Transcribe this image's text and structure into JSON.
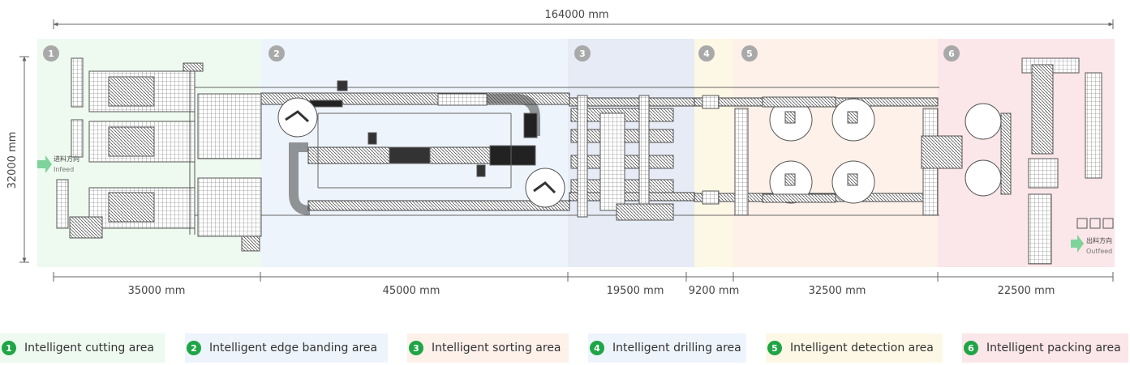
{
  "overall_length": "164000 mm",
  "overall_width": "32000 mm",
  "colors": {
    "cutting": "#eefaf0",
    "edge_banding": "#eef4fb",
    "sorting": "#e6ebf6",
    "drilling": "#fdf8e6",
    "detection": "#fdf1ea",
    "packing": "#fbe6e9",
    "badge_grey": "#a9a9a9",
    "badge_green": "#1fa546",
    "arrow_green": "#7ed39a",
    "machine": "#555555"
  },
  "zones": [
    {
      "number": "1",
      "dimension": "35000 mm"
    },
    {
      "number": "2",
      "dimension": "45000 mm"
    },
    {
      "number": "3",
      "dimension": "19500 mm"
    },
    {
      "number": "4",
      "dimension": "9200 mm"
    },
    {
      "number": "5",
      "dimension": "32500 mm"
    },
    {
      "number": "6",
      "dimension": "22500 mm"
    }
  ],
  "infeed": {
    "zh": "进料方向",
    "en": "Infeed"
  },
  "outfeed": {
    "zh": "出料方向",
    "en": "Outfeed"
  },
  "legend": [
    {
      "number": "1",
      "label": "Intelligent cutting area"
    },
    {
      "number": "2",
      "label": "Intelligent edge banding area"
    },
    {
      "number": "3",
      "label": "Intelligent sorting area"
    },
    {
      "number": "4",
      "label": "Intelligent drilling area"
    },
    {
      "number": "5",
      "label": "Intelligent detection area"
    },
    {
      "number": "6",
      "label": "Intelligent packing area"
    }
  ]
}
